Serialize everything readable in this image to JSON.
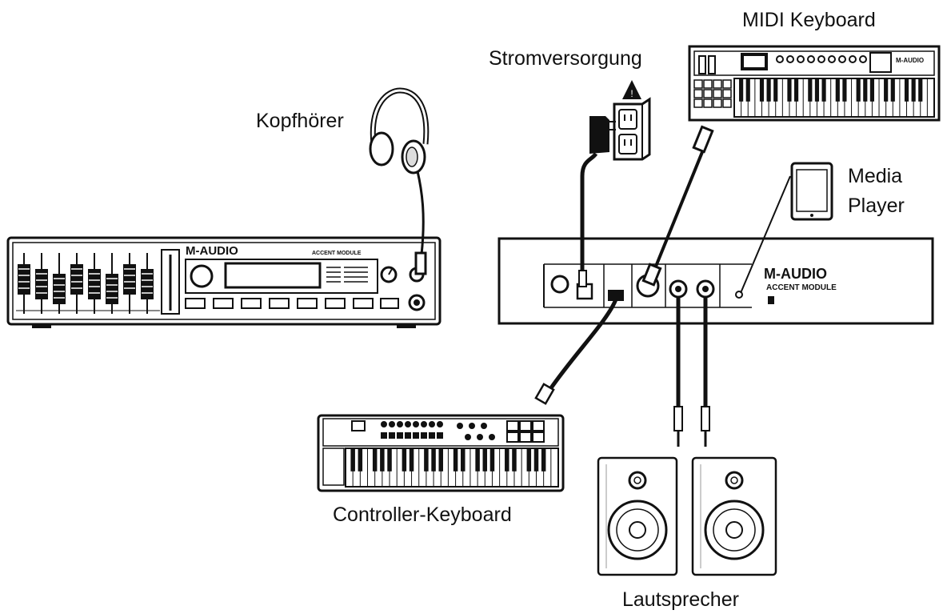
{
  "labels": {
    "midi_keyboard": "MIDI Keyboard",
    "power_supply": "Stromversorgung",
    "headphones": "Kopfhörer",
    "media_player_line1": "Media",
    "media_player_line2": "Player",
    "controller_keyboard": "Controller-Keyboard",
    "speakers": "Lautsprecher"
  },
  "devices": {
    "front_unit_brand": "M-AUDIO",
    "front_unit_model": "ACCENT MODULE",
    "rear_unit_brand": "M-AUDIO",
    "rear_unit_model": "ACCENT MODULE",
    "midi_keyboard_brand": "M-AUDIO"
  },
  "icons": [
    "headphones-icon",
    "power-adapter-icon",
    "wall-outlet-icon",
    "warning-icon",
    "tablet-icon",
    "usb-plug-icon",
    "midi-plug-icon",
    "speaker-icon"
  ],
  "colors": {
    "line": "#111111",
    "background": "#ffffff",
    "panel": "#f4f4f4"
  }
}
